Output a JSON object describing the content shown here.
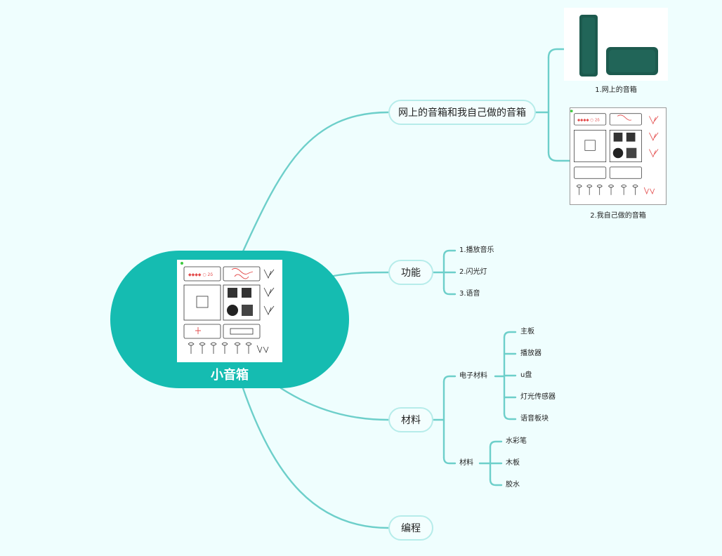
{
  "root": {
    "title": "小音箱"
  },
  "branches": {
    "compare": {
      "label": "网上的音箱和我自己做的音箱",
      "items": [
        {
          "caption": "1.网上的音箱"
        },
        {
          "caption": "2.我自己做的音箱"
        }
      ]
    },
    "function": {
      "label": "功能",
      "items": [
        "1.播放音乐",
        "2.闪光灯",
        "3.语音"
      ]
    },
    "materials": {
      "label": "材料",
      "electronic": {
        "label": "电子材料",
        "items": [
          "主板",
          "播放器",
          "u盘",
          "灯光传感器",
          "语音板块"
        ]
      },
      "other": {
        "label": "材料",
        "items": [
          "水彩笔",
          "木板",
          "胶水"
        ]
      }
    },
    "programming": {
      "label": "编程"
    }
  },
  "colors": {
    "background": "#effefe",
    "root_fill": "#15bcb1",
    "connector": "#6dcfca",
    "pill_border": "#b6ecea",
    "speaker_green": "#1d5a4e"
  }
}
